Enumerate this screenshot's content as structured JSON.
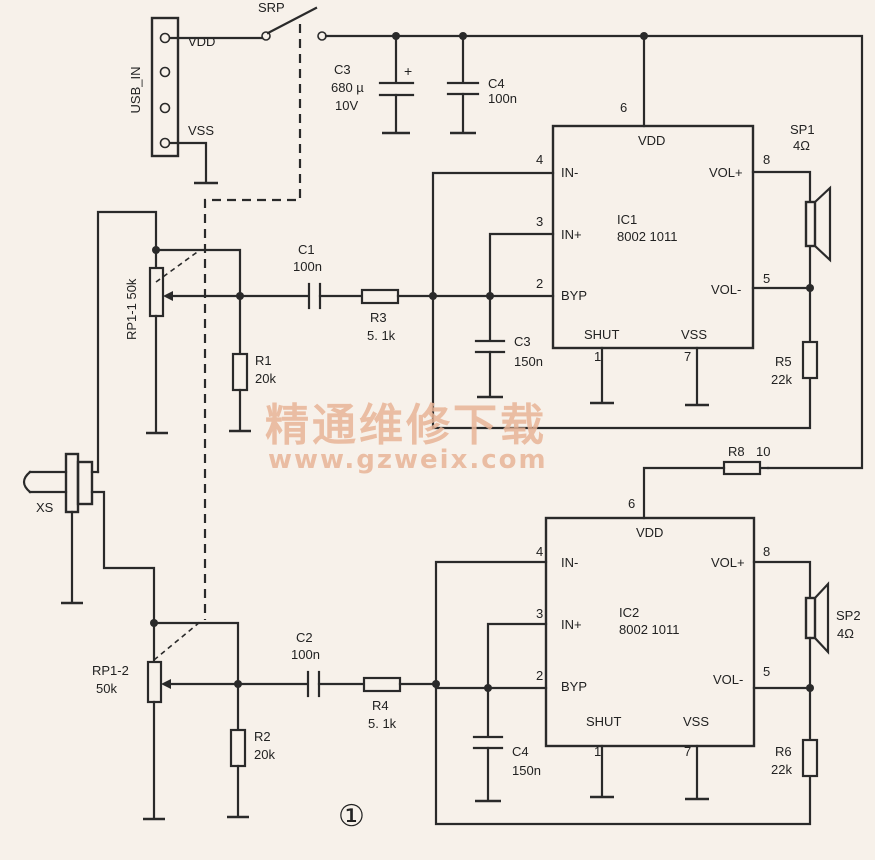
{
  "usb": {
    "name": "USB_IN",
    "pin_vdd": "VDD",
    "pin_vss": "VSS"
  },
  "switch": {
    "label": "SRP"
  },
  "caps": {
    "c3_top": {
      "name": "C3",
      "value": "680 µ",
      "voltage": "10V"
    },
    "c4_top": {
      "name": "C4",
      "value": "100n"
    },
    "c1": {
      "name": "C1",
      "value": "100n"
    },
    "c3_mid": {
      "name": "C3",
      "value": "150n"
    },
    "c2": {
      "name": "C2",
      "value": "100n"
    },
    "c4_bot": {
      "name": "C4",
      "value": "150n"
    }
  },
  "resistors": {
    "r1": {
      "name": "R1",
      "value": "20k"
    },
    "r2": {
      "name": "R2",
      "value": "20k"
    },
    "r3": {
      "name": "R3",
      "value": "5. 1k"
    },
    "r4": {
      "name": "R4",
      "value": "5. 1k"
    },
    "r5": {
      "name": "R5",
      "value": "22k"
    },
    "r6": {
      "name": "R6",
      "value": "22k"
    },
    "r8": {
      "name": "R8",
      "value": "10"
    }
  },
  "pots": {
    "rp1_1": "RP1-1 50k",
    "rp1_2_name": "RP1-2",
    "rp1_2_value": "50k"
  },
  "jack": {
    "name": "XS"
  },
  "speakers": {
    "sp1": {
      "name": "SP1",
      "value": "4Ω"
    },
    "sp2": {
      "name": "SP2",
      "value": "4Ω"
    }
  },
  "ic1": {
    "name": "IC1",
    "part": "8002 1011",
    "vdd": "VDD",
    "in_minus": "IN-",
    "in_plus": "IN+",
    "byp": "BYP",
    "shut": "SHUT",
    "vss": "VSS",
    "vol_plus": "VOL+",
    "vol_minus": "VOL-",
    "p6": "6",
    "p4": "4",
    "p3": "3",
    "p2": "2",
    "p1": "1",
    "p7": "7",
    "p8": "8",
    "p5": "5"
  },
  "ic2": {
    "name": "IC2",
    "part": "8002 1011",
    "vdd": "VDD",
    "in_minus": "IN-",
    "in_plus": "IN+",
    "byp": "BYP",
    "shut": "SHUT",
    "vss": "VSS",
    "vol_plus": "VOL+",
    "vol_minus": "VOL-",
    "p6": "6",
    "p4": "4",
    "p3": "3",
    "p2": "2",
    "p1": "1",
    "p7": "7",
    "p8": "8",
    "p5": "5"
  },
  "watermark": {
    "cn": "精通维修下载",
    "url": "www.gzweix.com"
  },
  "figure_number": "①"
}
